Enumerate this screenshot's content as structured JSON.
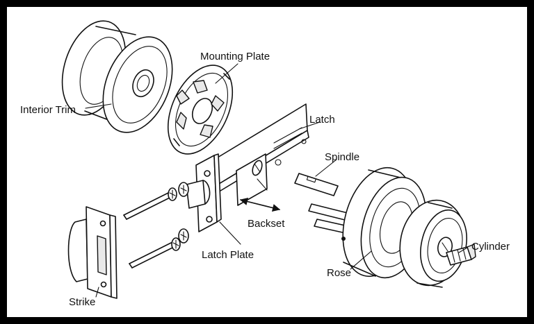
{
  "labels": {
    "interior_trim": "Interior Trim",
    "mounting_plate": "Mounting Plate",
    "latch": "Latch",
    "spindle": "Spindle",
    "backset": "Backset",
    "latch_plate": "Latch Plate",
    "cylinder": "Cylinder",
    "rose": "Rose",
    "strike": "Strike"
  },
  "colors": {
    "line": "#111111",
    "background": "#ffffff",
    "frame": "#000000"
  }
}
